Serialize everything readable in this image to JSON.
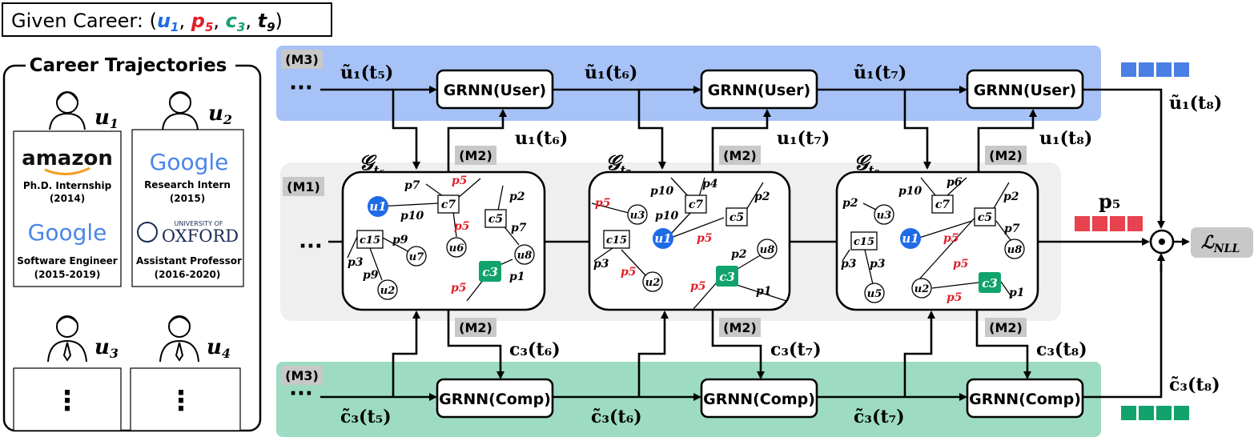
{
  "header": {
    "given_label": "Given Career: (",
    "u": "u",
    "u_sub": "1",
    "p": "p",
    "p_sub": "5",
    "c": "c",
    "c_sub": "3",
    "t": "t",
    "t_sub": "9",
    "close": ")",
    "comma": ","
  },
  "panel": {
    "title": "Career Trajectories",
    "users": [
      {
        "label": "u",
        "sub": "1"
      },
      {
        "label": "u",
        "sub": "2"
      },
      {
        "label": "u",
        "sub": "3"
      },
      {
        "label": "u",
        "sub": "4"
      }
    ],
    "u1_entries": [
      {
        "logo": "amazon",
        "role": "Ph.D. Internship",
        "years": "(2014)"
      },
      {
        "logo": "Google",
        "role": "Software Engineer",
        "years": "(2015-2019)"
      }
    ],
    "u2_entries": [
      {
        "logo": "Google",
        "role": "Research Intern",
        "years": "(2015)"
      },
      {
        "logo_small": "UNIVERSITY OF",
        "logo": "OXFORD",
        "role": "Assistant Professor",
        "years": "(2016-2020)"
      }
    ],
    "ellipsis": "⋮"
  },
  "modules": {
    "m1": "(M1)",
    "m2": "(M2)",
    "m3": "(M3)",
    "grnn_user": "GRNN(User)",
    "grnn_comp": "GRNN(Comp)",
    "loss": "ℒ",
    "loss_sub": "NLL",
    "dots": "···",
    "odot": "⊙"
  },
  "labels": {
    "u_tilde_t5": "ũ₁(t₅)",
    "u_tilde_t6": "ũ₁(t₆)",
    "u_tilde_t7": "ũ₁(t₇)",
    "u_tilde_t8": "ũ₁(t₈)",
    "u_t6": "u₁(t₆)",
    "u_t7": "u₁(t₇)",
    "u_t8": "u₁(t₈)",
    "c_tilde_t5": "c̃₃(t₅)",
    "c_tilde_t6": "c̃₃(t₆)",
    "c_tilde_t7": "c̃₃(t₇)",
    "c_tilde_t8": "c̃₃(t₈)",
    "c_t6": "c₃(t₆)",
    "c_t7": "c₃(t₇)",
    "c_t8": "c₃(t₈)",
    "p5": "p₅",
    "g_t6": "𝒢",
    "g_t6_sub": "t₆",
    "g_t7": "𝒢",
    "g_t7_sub": "t₇",
    "g_t8": "𝒢",
    "g_t8_sub": "t₈"
  },
  "graph1": {
    "nodes": {
      "u1": "u1",
      "c7": "c7",
      "u6": "u6",
      "c5": "c5",
      "u8": "u8",
      "c15": "c15",
      "u7": "u7",
      "u2": "u2",
      "c3": "c3"
    },
    "edges": {
      "p7": "p7",
      "p5a": "p5",
      "p10": "p10",
      "p5b": "p5",
      "p2": "p2",
      "p7b": "p7",
      "p9a": "p9",
      "p3": "p3",
      "p9b": "p9",
      "p1": "p1",
      "p5c": "p5"
    }
  },
  "graph2": {
    "nodes": {
      "c7": "c7",
      "u3": "u3",
      "u1": "u1",
      "c5": "c5",
      "c15": "c15",
      "u2": "u2",
      "u8": "u8",
      "c3": "c3"
    },
    "edges": {
      "p10a": "p10",
      "p4": "p4",
      "p2": "p2",
      "p5a": "p5",
      "p10b": "p10",
      "p5b": "p5",
      "p3": "p3",
      "p5c": "p5",
      "p2b": "p2",
      "p5d": "p5",
      "p1": "p1"
    }
  },
  "graph3": {
    "nodes": {
      "c7": "c7",
      "u3": "u3",
      "u1": "u1",
      "c5": "c5",
      "c15": "c15",
      "u8": "u8",
      "u5": "u5",
      "u2": "u2",
      "c3": "c3"
    },
    "edges": {
      "p10": "p10",
      "p6": "p6",
      "p2a": "p2",
      "p2b": "p2",
      "p5a": "p5",
      "p7": "p7",
      "p3a": "p3",
      "p3b": "p3",
      "p5b": "p5",
      "p5c": "p5",
      "p1": "p1"
    }
  },
  "colors": {
    "blue_band": "#a6c2f7",
    "green_band": "#9ddcc2",
    "gray_band": "#efefef",
    "user_node": "#1f6be6",
    "comp_node": "#12a36d",
    "red": "#e0202a",
    "tag": "#c8c8c8"
  }
}
